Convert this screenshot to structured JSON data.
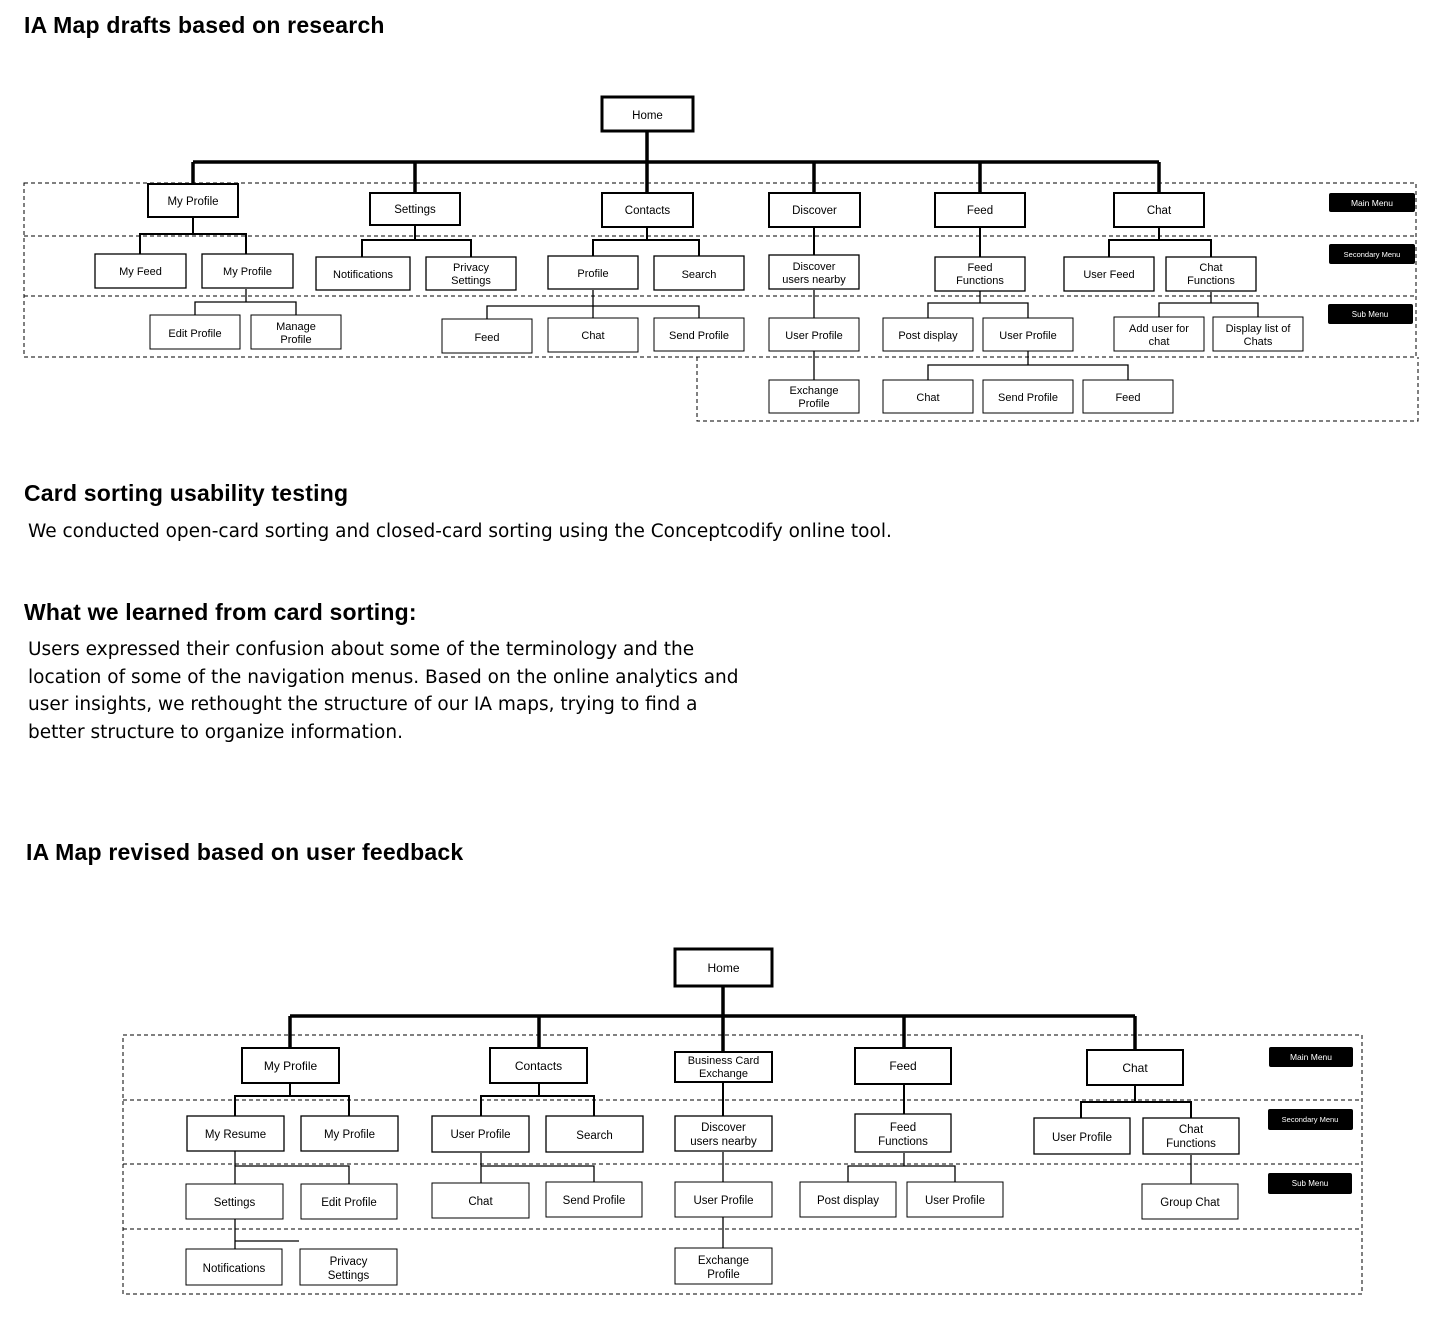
{
  "section1": {
    "title": "IA Map drafts based on research",
    "legend": {
      "main": "Main Menu",
      "secondary": "Secondary Menu",
      "sub": "Sub Menu"
    },
    "nodes": {
      "home": "Home",
      "my_profile": "My Profile",
      "settings": "Settings",
      "contacts": "Contacts",
      "discover": "Discover",
      "feed": "Feed",
      "chat": "Chat",
      "my_feed": "My Feed",
      "my_profile_2": "My Profile",
      "notifications": "Notifications",
      "privacy_settings": [
        "Privacy",
        "Settings"
      ],
      "profile": "Profile",
      "search": "Search",
      "discover_users_nearby": [
        "Discover",
        "users nearby"
      ],
      "feed_functions": [
        "Feed",
        "Functions"
      ],
      "user_feed": "User Feed",
      "chat_functions": [
        "Chat",
        "Functions"
      ],
      "edit_profile": "Edit Profile",
      "manage_profile": [
        "Manage",
        "Profile"
      ],
      "contacts_feed": "Feed",
      "contacts_chat": "Chat",
      "contacts_send_profile": "Send Profile",
      "discover_user_profile": "User Profile",
      "post_display": "Post display",
      "feed_user_profile": "User Profile",
      "add_user_for_chat": [
        "Add user for",
        "chat"
      ],
      "display_list_of_chats": [
        "Display list of",
        "Chats"
      ],
      "exchange_profile": [
        "Exchange",
        "Profile"
      ],
      "feed_user_chat": "Chat",
      "feed_user_send_profile": "Send Profile",
      "feed_user_feed": "Feed"
    }
  },
  "section2": {
    "title": "Card sorting usability testing",
    "body": "We conducted open-card sorting and closed-card sorting using the Conceptcodify online tool."
  },
  "section3": {
    "title": "What we learned from card sorting:",
    "lines": [
      "Users expressed their confusion about some of the terminology and the",
      "location of some of the navigation menus. Based on the online analytics and",
      "user insights, we rethought the structure of our IA maps, trying to find a",
      "better structure to organize information."
    ]
  },
  "section4": {
    "title": "IA Map revised based on user feedback",
    "legend": {
      "main": "Main Menu",
      "secondary": "Secondary Menu",
      "sub": "Sub Menu"
    },
    "nodes": {
      "home": "Home",
      "my_profile": "My Profile",
      "contacts": "Contacts",
      "business_card_exchange": [
        "Business Card",
        "Exchange"
      ],
      "feed": "Feed",
      "chat": "Chat",
      "my_resume": "My Resume",
      "my_profile_2": "My Profile",
      "user_profile_contacts": "User Profile",
      "search": "Search",
      "discover_users_nearby": [
        "Discover",
        "users nearby"
      ],
      "feed_functions": [
        "Feed",
        "Functions"
      ],
      "chat_user_profile": "User Profile",
      "chat_functions": [
        "Chat",
        "Functions"
      ],
      "settings": "Settings",
      "edit_profile": "Edit Profile",
      "contacts_chat": "Chat",
      "send_profile": "Send Profile",
      "discover_user_profile": "User Profile",
      "post_display": "Post display",
      "feed_user_profile": "User Profile",
      "group_chat": "Group Chat",
      "notifications": "Notifications",
      "privacy_settings": [
        "Privacy",
        "Settings"
      ],
      "exchange_profile": [
        "Exchange",
        "Profile"
      ]
    }
  }
}
